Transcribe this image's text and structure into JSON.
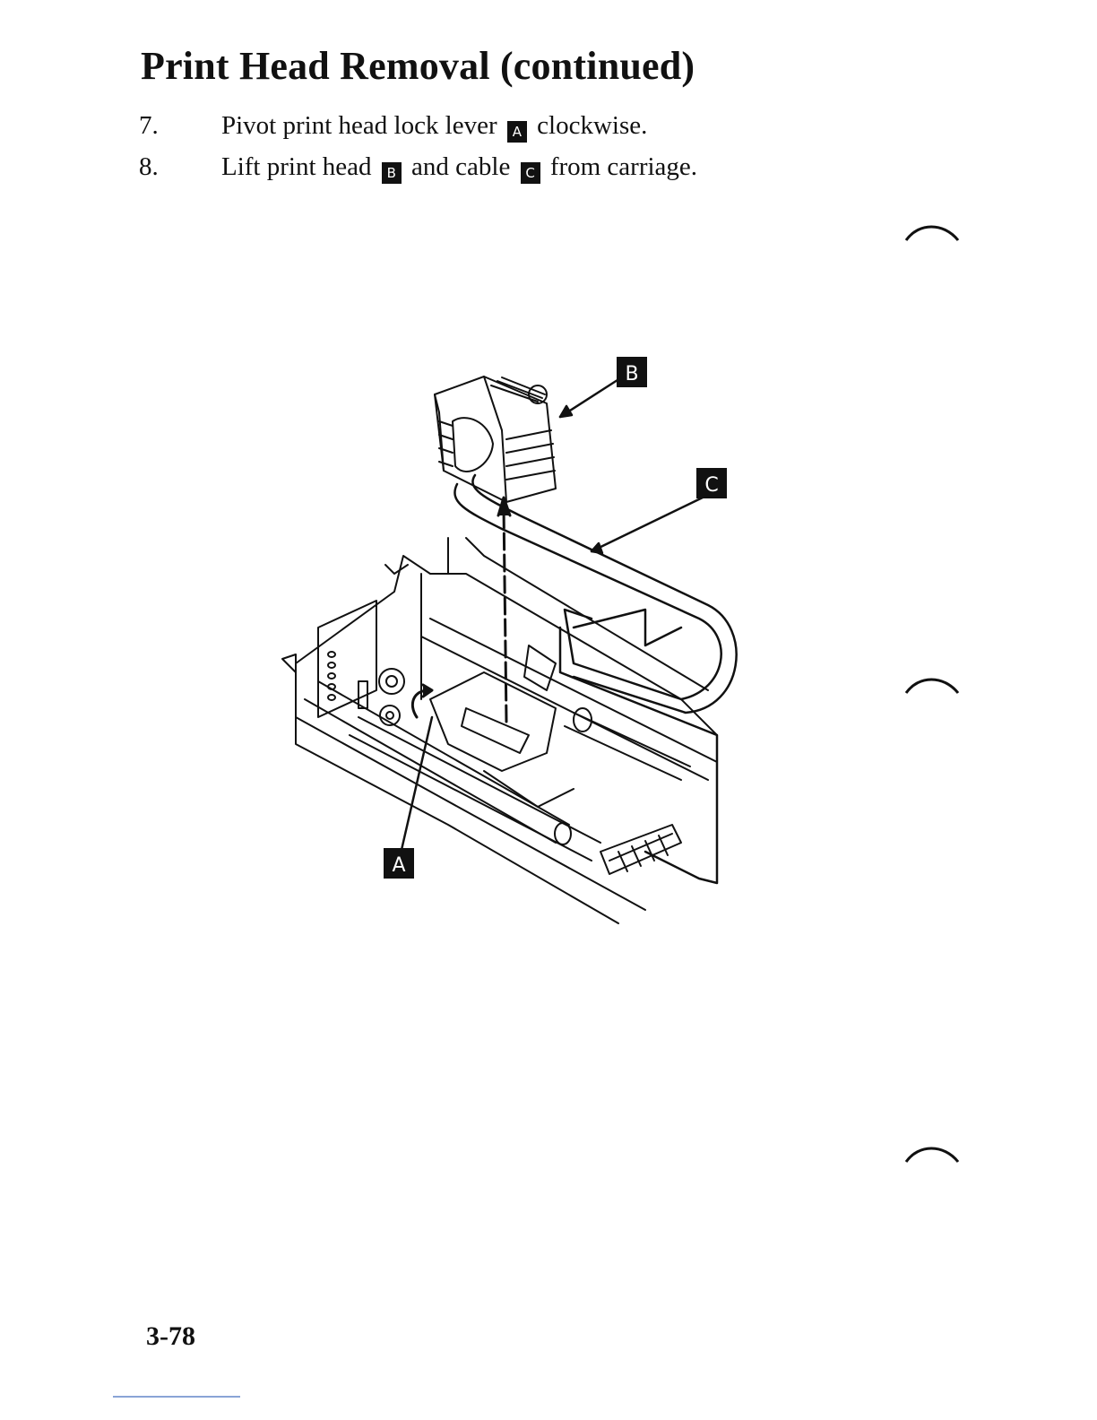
{
  "title": "Print Head Removal (continued)",
  "steps": [
    {
      "num": "7.",
      "before": "Pivot print head lock lever",
      "key": "A",
      "after": "clockwise."
    },
    {
      "num": "8.",
      "before": "Lift print head",
      "key1": "B",
      "middle": "and cable",
      "key2": "C",
      "after": "from carriage."
    }
  ],
  "callouts": {
    "a": "A",
    "b": "B",
    "c": "C"
  },
  "page_number": "3-78"
}
